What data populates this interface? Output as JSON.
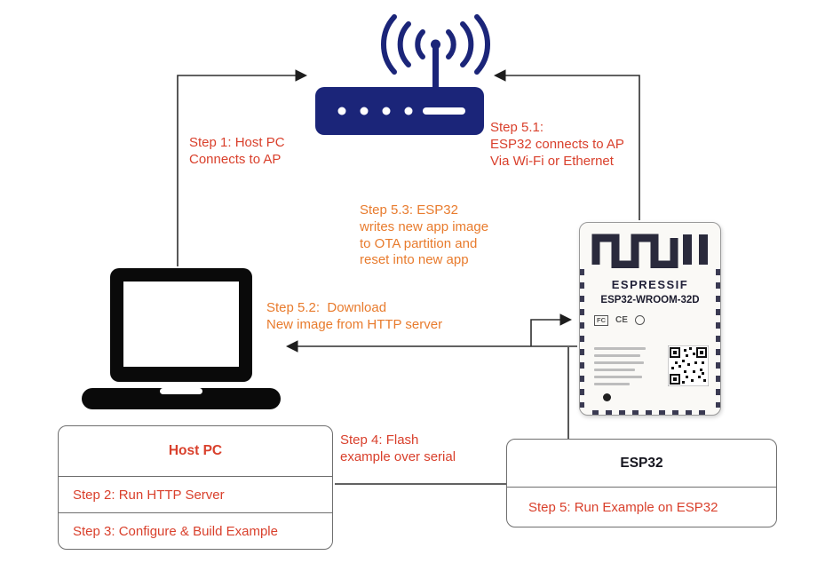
{
  "colors": {
    "step_red": "#d9402c",
    "step_orange": "#e87b2d",
    "router_navy": "#1b2579",
    "connector_line": "#2f2f2f",
    "box_border": "#6e6e6e"
  },
  "labels": {
    "step1": "Step 1: Host PC\nConnects to AP",
    "step5_1": "Step 5.1:\nESP32 connects to AP\nVia Wi-Fi or Ethernet",
    "step5_3": "Step 5.3: ESP32\nwrites new app image\nto OTA partition and\nreset into new app",
    "step5_2": "Step 5.2:  Download\nNew image from HTTP server",
    "step4": "Step 4: Flash\nexample over serial"
  },
  "boxes": {
    "host_pc": {
      "title": "Host PC",
      "rows": [
        "Step 2: Run HTTP Server",
        "Step 3: Configure & Build Example"
      ]
    },
    "esp32": {
      "title": "ESP32",
      "rows": [
        "Step 5: Run Example on ESP32"
      ]
    }
  },
  "esp32_module": {
    "brand": "ESPRESSIF",
    "model": "ESP32-WROOM-32D",
    "certifications": [
      "FC",
      "CE"
    ]
  },
  "icons": {
    "router": "wifi-router-icon",
    "laptop": "laptop-icon",
    "antenna": "pcb-antenna-trace-icon",
    "qr": "qr-code-icon"
  }
}
